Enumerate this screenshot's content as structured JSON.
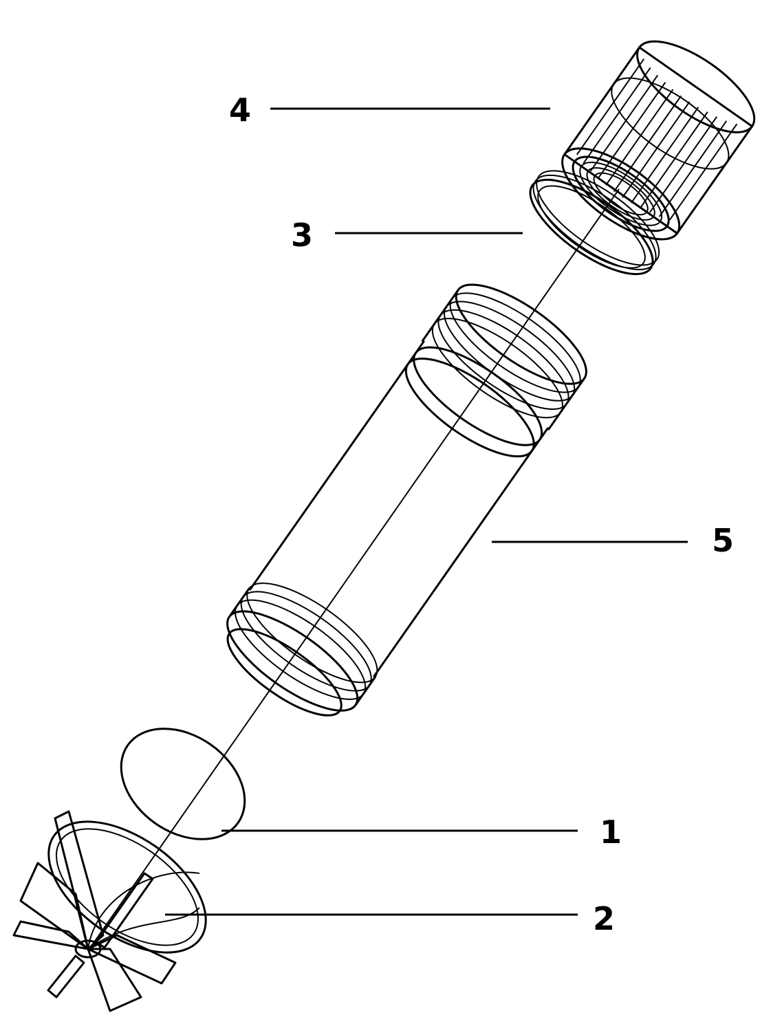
{
  "callouts": [
    {
      "id": "part-4",
      "label": "4"
    },
    {
      "id": "part-3",
      "label": "3"
    },
    {
      "id": "part-5",
      "label": "5"
    },
    {
      "id": "part-1",
      "label": "1"
    },
    {
      "id": "part-2",
      "label": "2"
    }
  ]
}
